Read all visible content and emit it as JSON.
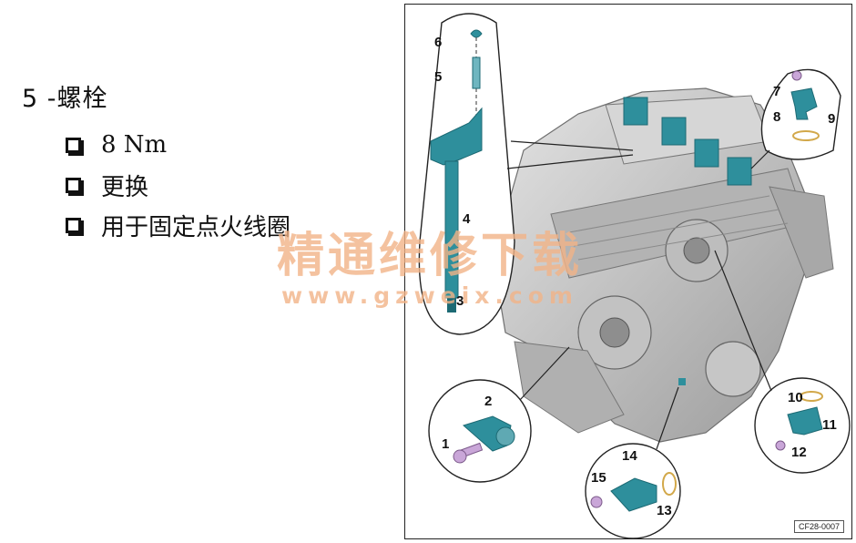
{
  "heading": "5 -螺栓",
  "bullets": [
    {
      "text": "8 Nm"
    },
    {
      "text": "更换"
    },
    {
      "text": "用于固定点火线圈"
    }
  ],
  "watermark": {
    "title": "精通维修下载",
    "url": "www.gzweix.com"
  },
  "figure_code": "CF28-0007",
  "callouts": [
    "1",
    "2",
    "3",
    "4",
    "5",
    "6",
    "7",
    "8",
    "9",
    "10",
    "11",
    "12",
    "13",
    "14",
    "15"
  ],
  "colors": {
    "part_teal": "#2e8f9c",
    "part_teal_dark": "#1d6a74",
    "bolt_purple": "#c9a6d8",
    "engine_grey": "#c8c8c8",
    "watermark": "#f2b488"
  }
}
